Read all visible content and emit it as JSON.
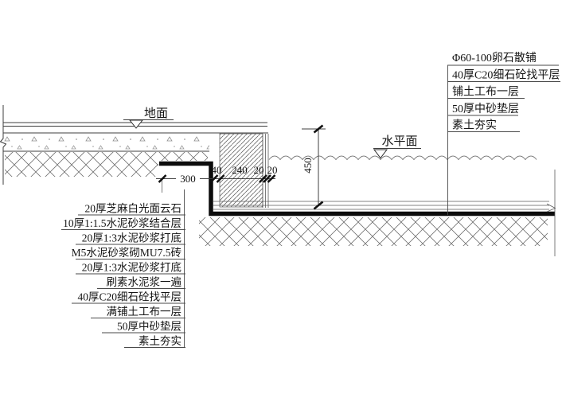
{
  "drawing_type": "pool-edge-construction-detail",
  "levels": {
    "ground": "地面",
    "water": "水平面"
  },
  "dimensions": {
    "coping_overhang": "300",
    "stone_facing": "40",
    "brick_wall": "240",
    "plaster_inner": "20",
    "plaster_outer": "20",
    "water_depth": "450"
  },
  "left_callouts": {
    "items": [
      "20厚芝麻白光面云石",
      "10厚1:1.5水泥砂浆结合层",
      "20厚1:3水泥砂浆打底",
      "M5水泥砂浆砌MU7.5砖",
      "20厚1:3水泥砂浆打底",
      "刷素水泥浆一遍",
      "40厚C20细石砼找平层",
      "满铺土工布一层",
      "50厚中砂垫层",
      "素土夯实"
    ]
  },
  "right_callouts": {
    "items": [
      "Φ60-100卵石散铺",
      "40厚C20细石砼找平层",
      "铺土工布一层",
      "50厚中砂垫层",
      "素土夯实"
    ]
  },
  "colors": {
    "background": "#ffffff",
    "line": "#3f3f3f",
    "heavy_line": "#0c0c0c",
    "text": "#141414"
  }
}
